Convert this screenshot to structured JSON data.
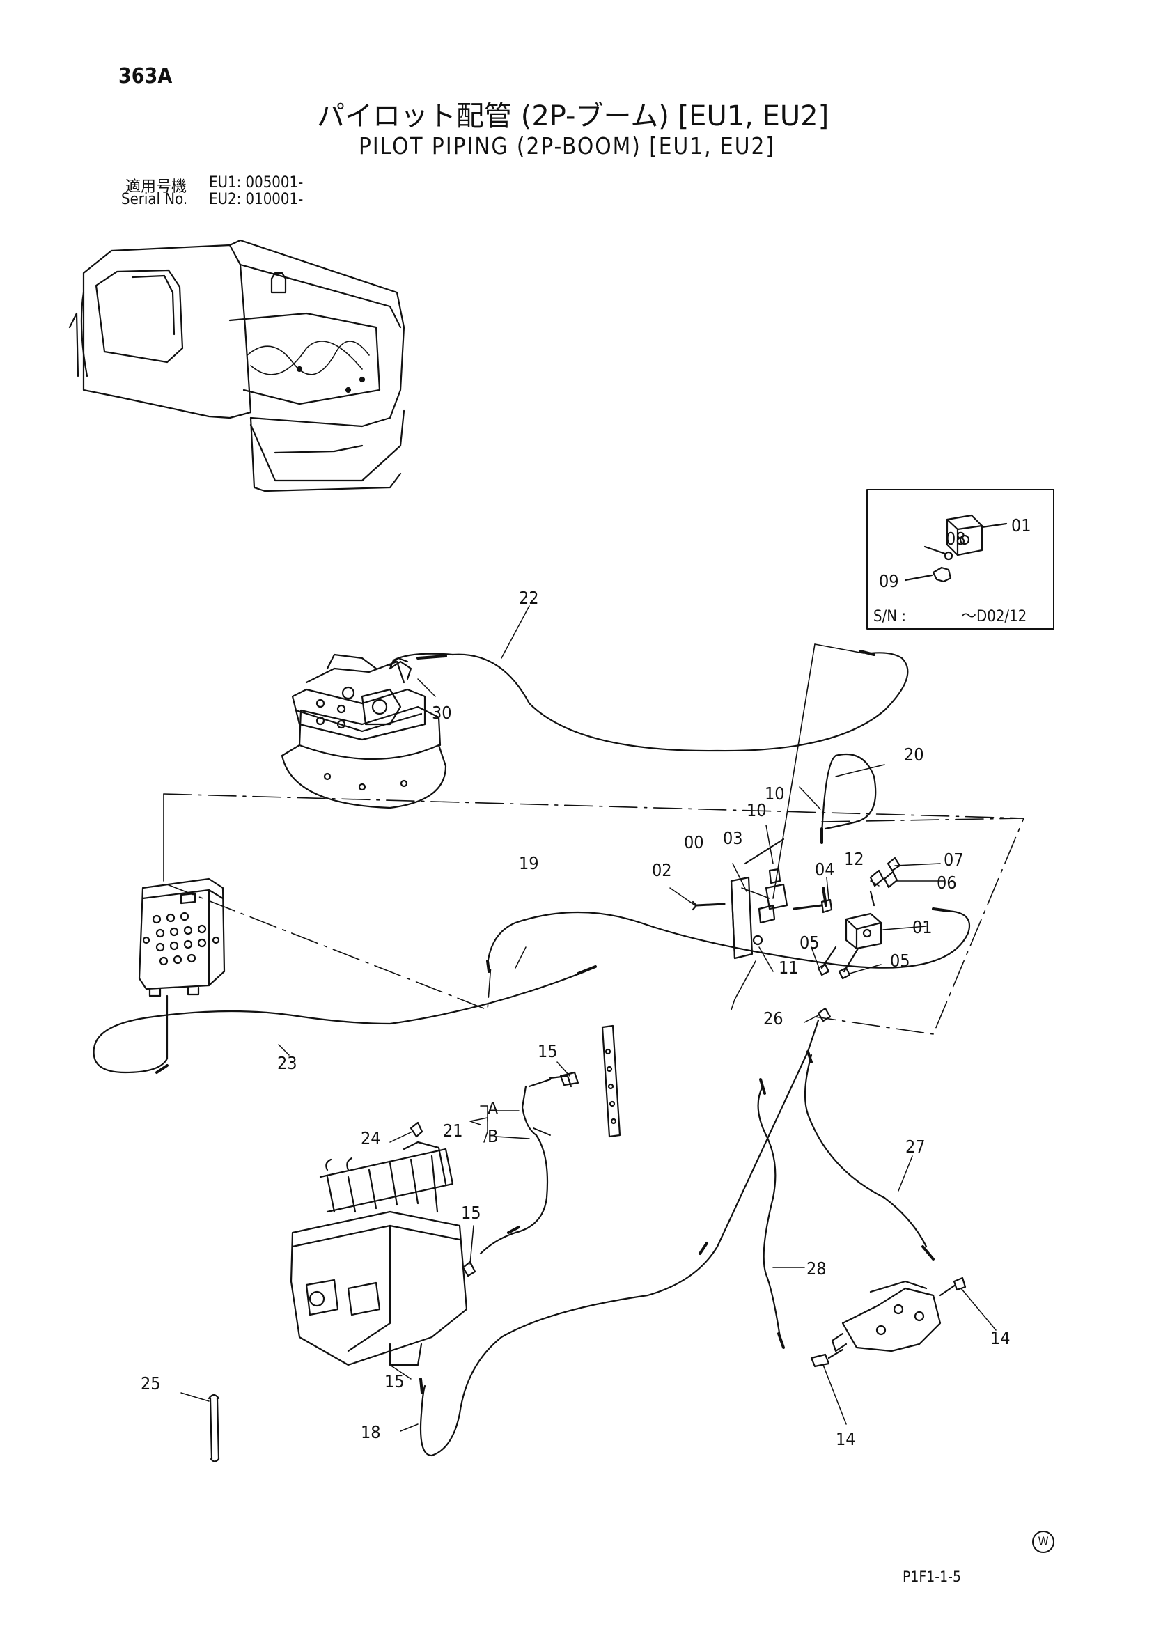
{
  "page_number": "363A",
  "title_jp": "パイロット配管 (2P-ブーム) [EU1, EU2]",
  "title_en": "PILOT PIPING (2P-BOOM) [EU1, EU2]",
  "serial": {
    "label_jp": "適用号機",
    "label_en": "Serial No.",
    "eu1": "EU1: 005001-",
    "eu2": "EU2: 010001-"
  },
  "inset": {
    "sn_label": "S/N :",
    "sn_value": "～D02/12"
  },
  "callouts": {
    "c00": "00",
    "c01a": "01",
    "c01b": "01",
    "c02": "02",
    "c03": "03",
    "c04": "04",
    "c05a": "05",
    "c05b": "05",
    "c06": "06",
    "c07": "07",
    "c08": "08",
    "c09": "09",
    "c10a": "10",
    "c10b": "10",
    "c11": "11",
    "c12": "12",
    "c14a": "14",
    "c14b": "14",
    "c15a": "15",
    "c15b": "15",
    "c15c": "15",
    "c18": "18",
    "c19": "19",
    "c20": "20",
    "c21": "21",
    "c21a": "A",
    "c21b": "B",
    "c22": "22",
    "c23": "23",
    "c24": "24",
    "c25": "25",
    "c26": "26",
    "c27": "27",
    "c28": "28",
    "c30": "30"
  },
  "footer": {
    "code": "P1F1-1-5",
    "mark": "W"
  }
}
